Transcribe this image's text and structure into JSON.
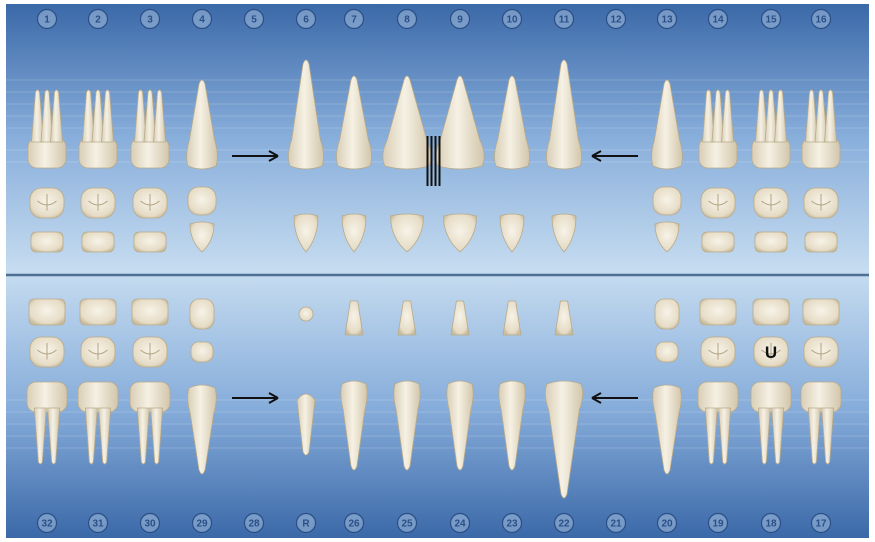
{
  "chart_title": "",
  "upper_numbers": [
    "1",
    "2",
    "3",
    "4",
    "5",
    "6",
    "7",
    "8",
    "9",
    "10",
    "11",
    "12",
    "13",
    "14",
    "15",
    "16"
  ],
  "lower_numbers": [
    "32",
    "31",
    "30",
    "29",
    "28",
    "R",
    "26",
    "25",
    "24",
    "23",
    "22",
    "21",
    "20",
    "19",
    "18",
    "17"
  ],
  "marks": {
    "tooth_18_label": "U",
    "diastema_between": [
      "8",
      "9"
    ],
    "drift_arrows": [
      {
        "position": "5",
        "direction": "right"
      },
      {
        "position": "12",
        "direction": "left"
      },
      {
        "position": "28",
        "direction": "right"
      },
      {
        "position": "21",
        "direction": "left"
      }
    ]
  },
  "missing_teeth": [
    "5",
    "12",
    "28",
    "21"
  ],
  "root_remnant": "R",
  "colors": {
    "background_top": "#3f6fae",
    "background_mid": "#a9c8e8",
    "midline": "#4d6f94",
    "number_circle": "#2a4f86",
    "tooth_fill": "#f1ebdb",
    "tooth_shade": "#d6cbb2",
    "arrow": "#111111"
  }
}
